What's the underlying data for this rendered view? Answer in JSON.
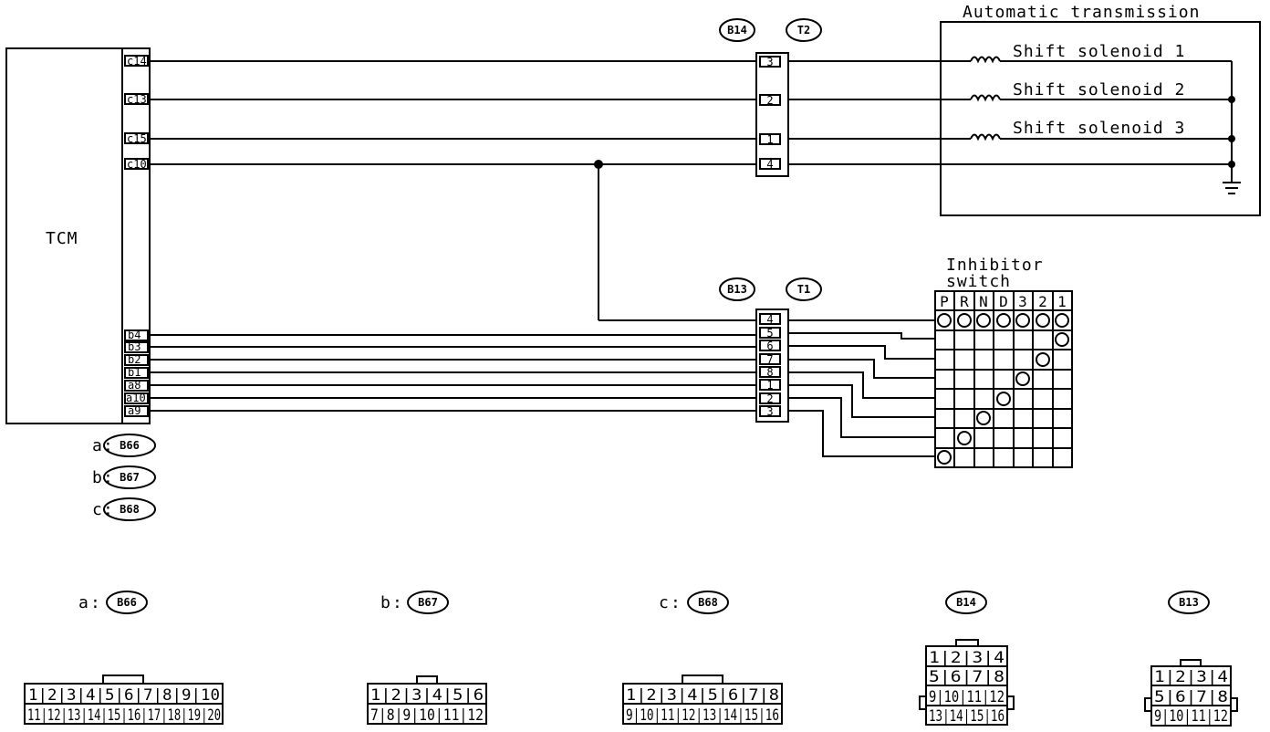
{
  "tcm": {
    "label": "TCM",
    "pins_c": [
      "c14",
      "c13",
      "c15",
      "c10"
    ],
    "pins_ab": [
      "b4",
      "b3",
      "b2",
      "b1",
      "a8",
      "a10",
      "a9"
    ]
  },
  "connector_b14": {
    "id": "B14",
    "pins": [
      "3",
      "2",
      "1",
      "4"
    ]
  },
  "connector_t2": {
    "id": "T2"
  },
  "connector_b13": {
    "id": "B13",
    "pins": [
      "4",
      "5",
      "6",
      "7",
      "8",
      "1",
      "2",
      "3"
    ]
  },
  "connector_t1": {
    "id": "T1"
  },
  "transmission": {
    "title": "Automatic transmission",
    "solenoids": [
      "Shift solenoid 1",
      "Shift solenoid 2",
      "Shift solenoid 3"
    ]
  },
  "inhibitor": {
    "title_line1": "Inhibitor",
    "title_line2": "switch",
    "positions": [
      "P",
      "R",
      "N",
      "D",
      "3",
      "2",
      "1"
    ]
  },
  "legend": [
    {
      "prefix": "a",
      "id": "B66"
    },
    {
      "prefix": "b",
      "id": "B67"
    },
    {
      "prefix": "c",
      "id": "B68"
    }
  ],
  "faces": {
    "b66": {
      "prefix": "a",
      "id": "B66",
      "row1": [
        "1",
        "2",
        "3",
        "4",
        "5",
        "6",
        "7",
        "8",
        "9",
        "10"
      ],
      "row2": [
        "11",
        "12",
        "13",
        "14",
        "15",
        "16",
        "17",
        "18",
        "19",
        "20"
      ]
    },
    "b67": {
      "prefix": "b",
      "id": "B67",
      "row1": [
        "1",
        "2",
        "3",
        "4",
        "5",
        "6"
      ],
      "row2": [
        "7",
        "8",
        "9",
        "10",
        "11",
        "12"
      ]
    },
    "b68": {
      "prefix": "c",
      "id": "B68",
      "row1": [
        "1",
        "2",
        "3",
        "4",
        "5",
        "6",
        "7",
        "8"
      ],
      "row2": [
        "9",
        "10",
        "11",
        "12",
        "13",
        "14",
        "15",
        "16"
      ]
    },
    "b14": {
      "id": "B14",
      "rows": [
        [
          "1",
          "2",
          "3",
          "4"
        ],
        [
          "5",
          "6",
          "7",
          "8"
        ],
        [
          "9",
          "10",
          "11",
          "12"
        ],
        [
          "13",
          "14",
          "15",
          "16"
        ]
      ]
    },
    "b13": {
      "id": "B13",
      "rows": [
        [
          "1",
          "2",
          "3",
          "4"
        ],
        [
          "5",
          "6",
          "7",
          "8"
        ],
        [
          "9",
          "10",
          "11",
          "12"
        ]
      ]
    }
  }
}
